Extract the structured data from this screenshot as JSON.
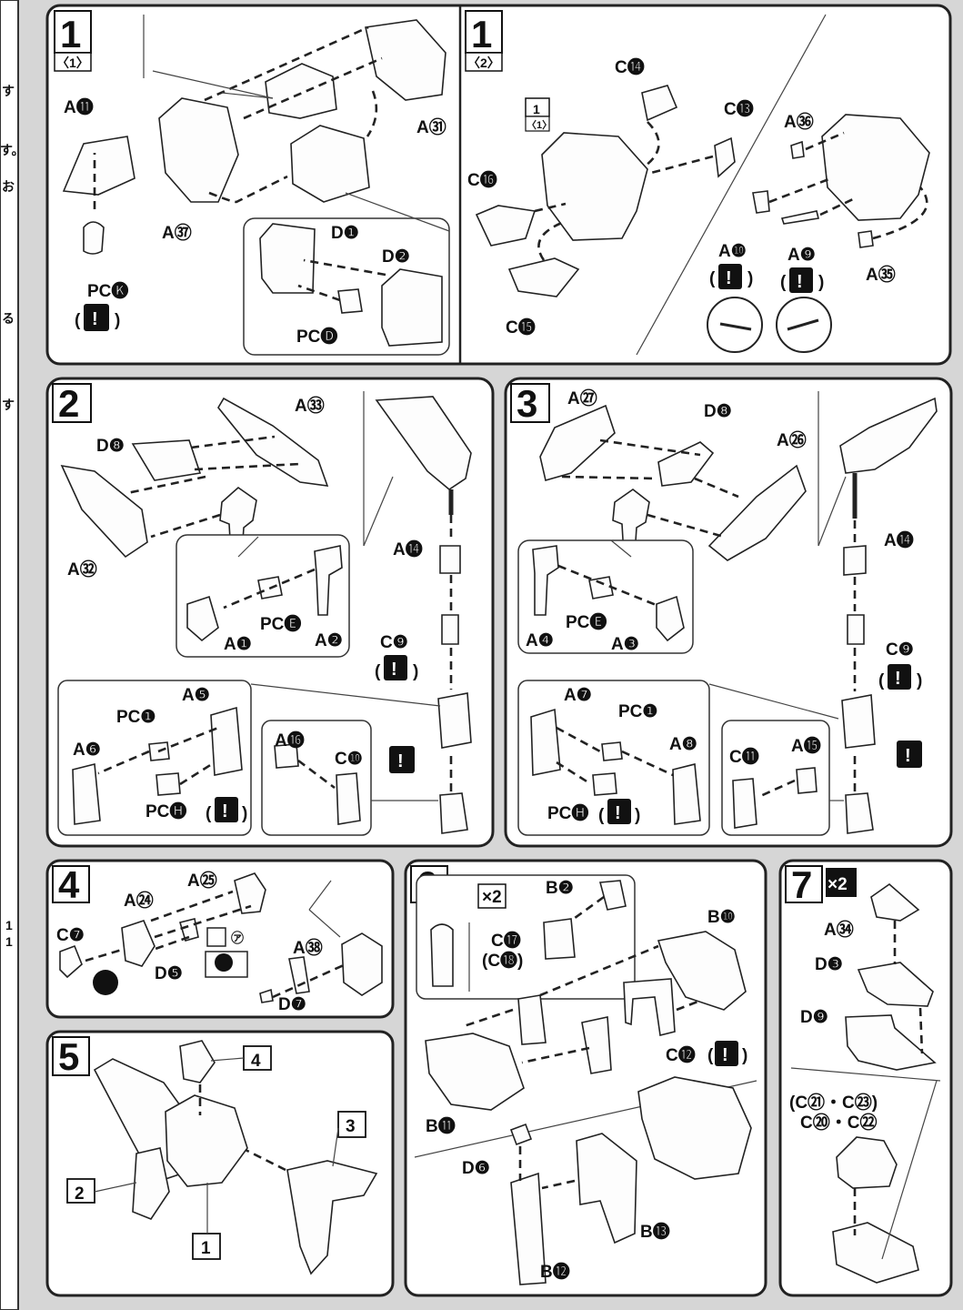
{
  "steps": [
    {
      "number": "1",
      "sub": "〈1〉"
    },
    {
      "number": "1",
      "sub": "〈2〉"
    },
    {
      "number": "2"
    },
    {
      "number": "3"
    },
    {
      "number": "4"
    },
    {
      "number": "5"
    },
    {
      "number": "6"
    },
    {
      "number": "7",
      "multiplier": "×2"
    }
  ],
  "labels": {
    "s1a": [
      "A⓫",
      "A㊲",
      "A㉛",
      "D❶",
      "D❷",
      "PC🅓",
      "PC🅚"
    ],
    "s1b": [
      "C⓮",
      "C⓭",
      "A㊱",
      "C⓰",
      "C⓯",
      "A❿",
      "A❾",
      "A㉟"
    ],
    "s2": [
      "D❽",
      "A㉝",
      "A㉜",
      "A⓮",
      "C❾",
      "PC🅔",
      "A❶",
      "A❷",
      "A❺",
      "PC❶",
      "A❻",
      "PC🅗",
      "A⓰",
      "C❿"
    ],
    "s3": [
      "A㉗",
      "D❽",
      "A㉖",
      "A⓮",
      "C❾",
      "PC🅔",
      "A❹",
      "A❸",
      "A❼",
      "PC❶",
      "A❽",
      "PC🅗",
      "C⓫",
      "A⓯"
    ],
    "s4": [
      "A㉕",
      "A㉔",
      "C❼",
      "D❺",
      "A㊳",
      "D❼",
      "㋐"
    ],
    "s5": [
      "4",
      "2",
      "3",
      "1"
    ],
    "s6": [
      "×2",
      "B❷",
      "B❿",
      "C⓱",
      "(C⓲)",
      "C⓬",
      "B⓫",
      "D❻",
      "B⓭",
      "B⓬"
    ],
    "s7": [
      "A㉞",
      "D❸",
      "D❾",
      "(C㉑・C㉓)",
      "C⑳・C㉒"
    ]
  },
  "s1a_ref": "1",
  "s1a_ref_sub": "〈1〉",
  "exclaim": "!",
  "side_text": [
    "す",
    "す。",
    "お",
    "る",
    "す",
    "1",
    "1"
  ]
}
